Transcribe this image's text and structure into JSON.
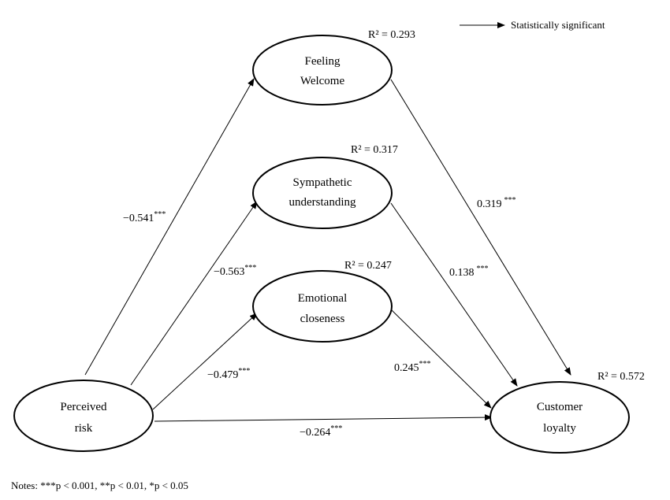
{
  "legend": {
    "label": "Statistically significant"
  },
  "nodes": {
    "feeling_welcome": {
      "line1": "Feeling",
      "line2": "Welcome",
      "r2": "R² = 0.293"
    },
    "sympathetic_understanding": {
      "line1": "Sympathetic",
      "line2": "understanding",
      "r2": "R² = 0.317"
    },
    "emotional_closeness": {
      "line1": "Emotional",
      "line2": "closeness",
      "r2": "R² = 0.247"
    },
    "perceived_risk": {
      "line1": "Perceived",
      "line2": "risk"
    },
    "customer_loyalty": {
      "line1": "Customer",
      "line2": "loyalty",
      "r2": "R² = 0.572"
    }
  },
  "paths": {
    "risk_to_welcome": {
      "coef": "−0.541",
      "sig": "***"
    },
    "risk_to_sympathetic": {
      "coef": "−0.563",
      "sig": "***"
    },
    "risk_to_emotional": {
      "coef": "−0.479",
      "sig": "***"
    },
    "risk_to_loyalty": {
      "coef": "−0.264",
      "sig": "***"
    },
    "welcome_to_loyalty": {
      "coef": "0.319",
      "sig": "***"
    },
    "sympathetic_to_loyalty": {
      "coef": "0.138",
      "sig": "***"
    },
    "emotional_to_loyalty": {
      "coef": "0.245",
      "sig": "***"
    }
  },
  "notes": "Notes: ***p < 0.001, **p < 0.01, *p < 0.05"
}
